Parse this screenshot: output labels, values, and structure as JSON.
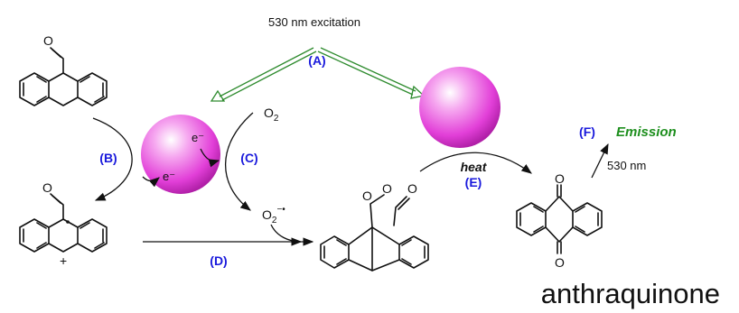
{
  "excitation_label": "530 nm excitation",
  "step_labels": {
    "A": "(A)",
    "B": "(B)",
    "C": "(C)",
    "D": "(D)",
    "E": "(E)",
    "F": "(F)"
  },
  "electron_label": "e⁻",
  "oxygen": {
    "o2": "O",
    "o2_sub": "2",
    "superoxide": "O",
    "superoxide_sub": "2",
    "superoxide_sup": "−•"
  },
  "heat_label": "heat",
  "emission_label": "Emission",
  "emission_wavelength": "530 nm",
  "atom_labels": {
    "oxygen": "O",
    "plus": "+"
  },
  "product_name": "anthraquinone",
  "colors": {
    "photocatalyst": "#e23fd8",
    "hollow_arrow": "#2e8b2e",
    "step_label": "#1a1adc",
    "emission": "#1e8f1e"
  }
}
